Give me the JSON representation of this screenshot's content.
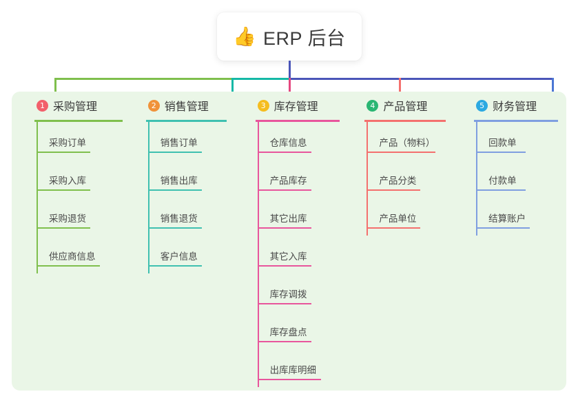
{
  "title": {
    "icon": "thumbs-up-icon",
    "icon_glyph": "👍",
    "text": "ERP 后台"
  },
  "colors": {
    "panel_bg": "#eaf6e7",
    "bus_left": "#7fbf4d",
    "bus_mid": "#14b8a6",
    "bus_right": "#4a55b8",
    "stem": "#4a55b8"
  },
  "columns": [
    {
      "index": "1",
      "title": "采购管理",
      "badge_color": "#f2606b",
      "line_color": "#7fbf4d",
      "rule_width": 128,
      "spine_height": 220,
      "items": [
        {
          "label": "采购订单",
          "rule_width": 78
        },
        {
          "label": "采购入库",
          "rule_width": 78
        },
        {
          "label": "采购退货",
          "rule_width": 78
        },
        {
          "label": "供应商信息",
          "rule_width": 92
        }
      ]
    },
    {
      "index": "2",
      "title": "销售管理",
      "badge_color": "#f0923a",
      "line_color": "#3fc0b0",
      "rule_width": 117,
      "spine_height": 220,
      "items": [
        {
          "label": "销售订单",
          "rule_width": 78
        },
        {
          "label": "销售出库",
          "rule_width": 78
        },
        {
          "label": "销售退货",
          "rule_width": 78
        },
        {
          "label": "客户信息",
          "rule_width": 78
        }
      ]
    },
    {
      "index": "3",
      "title": "库存管理",
      "badge_color": "#f5bd1f",
      "line_color": "#e8559c",
      "rule_width": 122,
      "spine_height": 385,
      "items": [
        {
          "label": "仓库信息",
          "rule_width": 78
        },
        {
          "label": "产品库存",
          "rule_width": 78
        },
        {
          "label": "其它出库",
          "rule_width": 78
        },
        {
          "label": "其它入库",
          "rule_width": 78
        },
        {
          "label": "库存调拨",
          "rule_width": 78
        },
        {
          "label": "库存盘点",
          "rule_width": 78
        },
        {
          "label": "出库库明细",
          "rule_width": 92
        }
      ]
    },
    {
      "index": "4",
      "title": "产品管理",
      "badge_color": "#2ab673",
      "line_color": "#f4706e",
      "rule_width": 118,
      "spine_height": 165,
      "items": [
        {
          "label": "产品（物料）",
          "rule_width": 100
        },
        {
          "label": "产品分类",
          "rule_width": 78
        },
        {
          "label": "产品单位",
          "rule_width": 78
        }
      ]
    },
    {
      "index": "5",
      "title": "财务管理",
      "badge_color": "#2ca9e1",
      "line_color": "#7f9ee0",
      "rule_width": 122,
      "spine_height": 165,
      "items": [
        {
          "label": "回款单",
          "rule_width": 72
        },
        {
          "label": "付款单",
          "rule_width": 72
        },
        {
          "label": "结算账户",
          "rule_width": 78
        }
      ]
    }
  ]
}
